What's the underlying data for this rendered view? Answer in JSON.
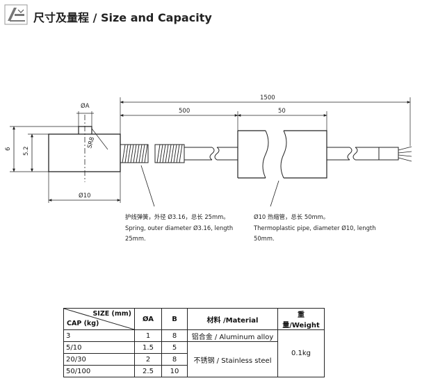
{
  "header": {
    "title": "尺寸及量程 / Size and Capacity",
    "logo_icon": "caliper-logo-icon"
  },
  "drawing": {
    "dim_total": "1500",
    "dim_spring": "500",
    "dim_pipe": "50",
    "dim_oa": "ØA",
    "dim_height": "6",
    "dim_inner": "5.2",
    "dim_radius": "SR8",
    "dim_diameter": "Ø10"
  },
  "notes": {
    "spring": [
      "护线弹簧，外径 Ø3.16，总长 25mm。",
      "Spring, outer diameter Ø3.16, length",
      "25mm."
    ],
    "pipe": [
      "Ø10 热缩管，总长 50mm。",
      "Thermoplastic pipe, diameter Ø10, length",
      "50mm."
    ]
  },
  "table": {
    "size_label": "SIZE (mm)",
    "cap_label": "CAP (kg)",
    "col_a": "ØA",
    "col_b": "B",
    "col_material": "材料 /Material",
    "col_weight": "重量/Weight",
    "rows": [
      {
        "cap": "3",
        "a": "1",
        "b": "8"
      },
      {
        "cap": "5/10",
        "a": "1.5",
        "b": "5"
      },
      {
        "cap": "20/30",
        "a": "2",
        "b": "8"
      },
      {
        "cap": "50/100",
        "a": "2.5",
        "b": "10"
      }
    ],
    "material_aluminum": "铝合金 / Aluminum alloy",
    "material_steel": "不锈钢 / Stainless steel",
    "weight": "0.1kg"
  }
}
